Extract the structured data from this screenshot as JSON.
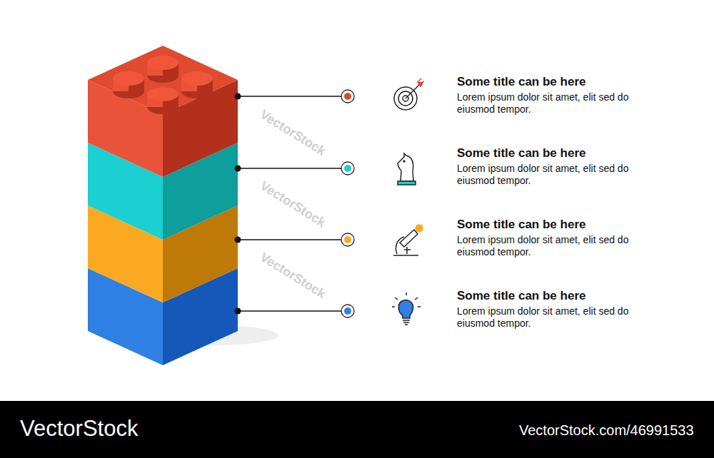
{
  "diagram": {
    "nodes": [
      {
        "text": [
          "Some title can be here",
          "Lorem ipsum dolor sit amet, elit sed do eiusmod tempor."
        ]
      },
      {
        "text": [
          "Some title can be here",
          "Lorem ipsum dolor sit amet, elit sed do eiusmod tempor."
        ]
      },
      {
        "text": [
          "Some title can be here",
          "Lorem ipsum dolor sit amet, elit sed do eiusmod tempor."
        ]
      },
      {
        "text": [
          "Some title can be here",
          "Lorem ipsum dolor sit amet, elit sed do eiusmod tempor."
        ]
      }
    ],
    "labels": [
      "VectorStock",
      "VectorStock",
      "VectorStock",
      "VectorStock",
      "VectorStock.com/46991533"
    ]
  }
}
